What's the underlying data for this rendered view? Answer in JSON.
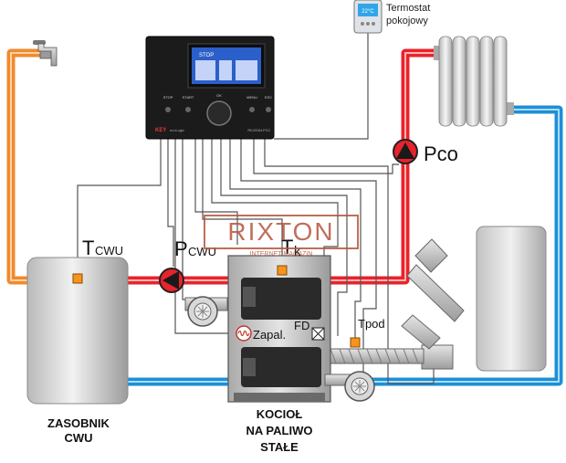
{
  "room_thermostat": {
    "label_line1": "Termostat",
    "label_line2": "pokojowy",
    "display": "22°C"
  },
  "controller": {
    "brand": "KEY",
    "subbrand": "ecoLogic",
    "model": "RK2006LPG2",
    "screen_text": "STOP",
    "buttons": [
      "STOP",
      "START",
      "OK",
      "MENU",
      "ESC"
    ]
  },
  "watermark": {
    "name": "RIXTON",
    "tagline": "INTERNET-MAGAZIN"
  },
  "labels": {
    "pco": "Pco",
    "tcwu_main": "T",
    "tcwu_sub": "CWU",
    "pcwu_main": "P",
    "pcwu_sub": "CWU",
    "tk_main": "T",
    "tk_sub": "k",
    "zapal": "Zapal.",
    "fd": "FD",
    "tpod": "Tpod"
  },
  "captions": {
    "tank_line1": "ZASOBNIK",
    "tank_line2": "CWU",
    "boiler_line1": "KOCIOŁ",
    "boiler_line2": "NA PALIWO",
    "boiler_line3": "STAŁE"
  },
  "colors": {
    "hot_pipe": "#e8232b",
    "return_pipe": "#1e8fd6",
    "dhw_pipe": "#f08a2e",
    "sensor": "#f7941d",
    "wiring": "#555555"
  }
}
